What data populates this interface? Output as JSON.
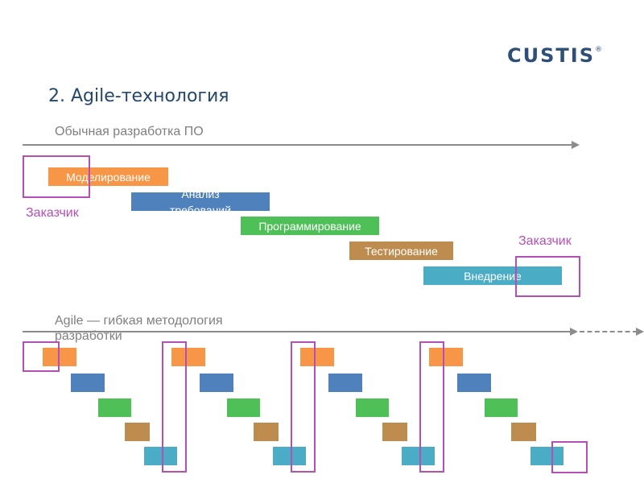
{
  "title": "2. Agile-технология",
  "logo": {
    "text": "CUSTIS",
    "mark": "®"
  },
  "colors": {
    "modeling": "#f79646",
    "analysis": "#4f81bd",
    "programming": "#4fbf58",
    "testing": "#bf8c4f",
    "deployment": "#4bacc6",
    "customer": "#b44fb8"
  },
  "traditional": {
    "label": "Обычная разработка ПО",
    "phases": [
      "Моделирование",
      "Анализ требований",
      "Программирование",
      "Тестирование",
      "Внедрение"
    ],
    "customer_left": "Заказчик",
    "customer_right": "Заказчик"
  },
  "agile": {
    "label": "Agile — гибкая методология разработки",
    "iterations": 4
  }
}
